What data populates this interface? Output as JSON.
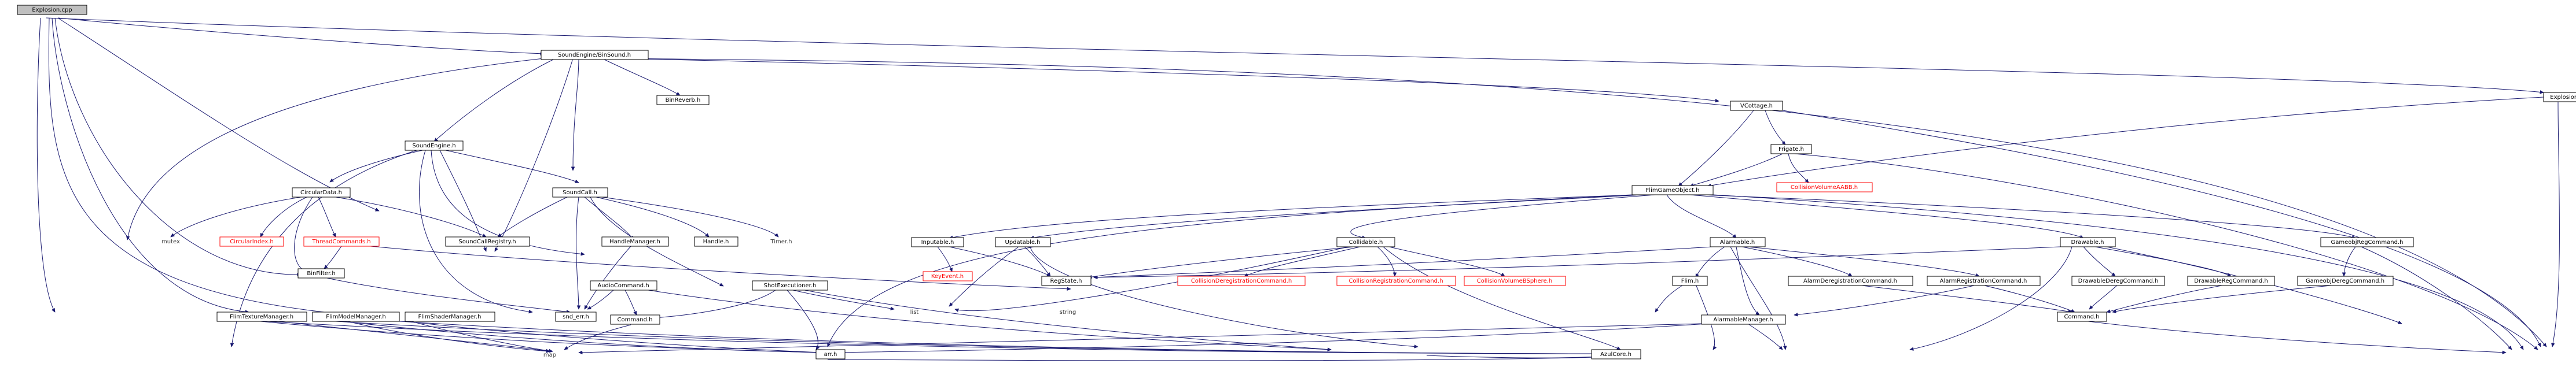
{
  "nodes": {
    "explosion_cpp": "Explosion.cpp",
    "sound_engine_bin_sound": "SoundEngine/BinSound.h",
    "bin_reverb": "BinReverb.h",
    "vcottage": "VCottage.h",
    "explosion_h": "Explosion.h",
    "sound_engine": "SoundEngine.h",
    "frigate": "Frigate.h",
    "circular_data": "CircularData.h",
    "sound_call": "SoundCall.h",
    "collision_volume_aabb": "CollisionVolumeAABB.h",
    "flim_game_object": "FlimGameObject.h",
    "mutex": "mutex",
    "circular_index": "CircularIndex.h",
    "thread_commands": "ThreadCommands.h",
    "sound_call_registry": "SoundCallRegistry.h",
    "handle_manager": "HandleManager.h",
    "handle": "Handle.h",
    "timer": "Timer.h",
    "inputable": "Inputable.h",
    "updatable": "Updatable.h",
    "collidable": "Collidable.h",
    "alarmable": "Alarmable.h",
    "drawable": "Drawable.h",
    "gameobj_reg_command": "GameobjRegCommand.h",
    "bin_filter": "BinFilter.h",
    "audio_command": "AudioCommand.h",
    "snd_err": "snd_err.h",
    "shot_executioner": "ShotExecutioner.h",
    "key_event": "KeyEvent.h",
    "reg_state": "RegState.h",
    "collision_deregistration_command": "CollisionDeregistrationCommand.h",
    "collision_registration_command": "CollisionRegistrationCommand.h",
    "collision_volume_bsphere": "CollisionVolumeBSphere.h",
    "alarm_deregistration_command": "AlarmDeregistrationCommand.h",
    "alarm_registration_command": "AlarmRegistrationCommand.h",
    "flim_h": "Flim.h",
    "drawable_dereg_command": "DrawableDeregCommand.h",
    "drawable_reg_command": "DrawableRegCommand.h",
    "gameobj_dereg_command": "GameobjDeregCommand.h",
    "command": "Command.h",
    "command_right": "Command.h",
    "list": "list",
    "string": "string",
    "alarmable_manager": "AlarmableManager.h",
    "flim_texture_manager": "FlimTextureManager.h",
    "flim_model_manager": "FlimModelManager.h",
    "flim_shader_manager": "FlimShaderManager.h",
    "map": "map",
    "arr": "arr.h",
    "azul_core": "AzulCore.h"
  },
  "colors": {
    "edge": "#191970",
    "root_fill": "#bfbfbf",
    "missing_text": "#ff0000"
  }
}
